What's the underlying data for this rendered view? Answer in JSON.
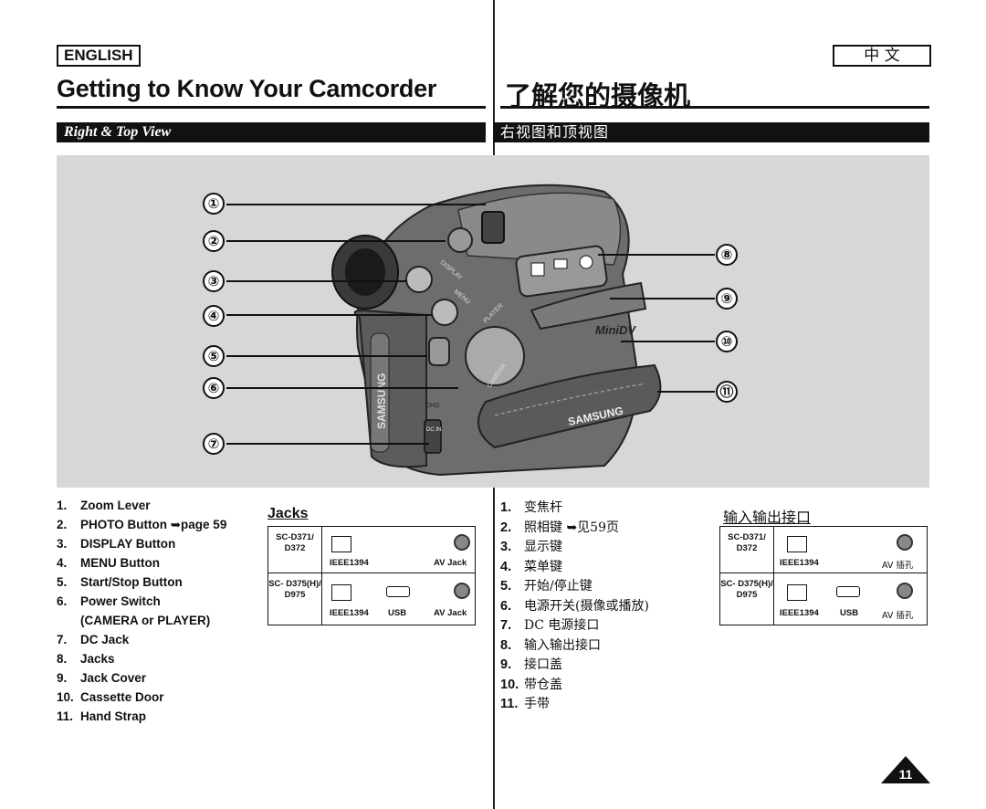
{
  "header": {
    "lang_en": "ENGLISH",
    "lang_zh": "中 文",
    "title_en": "Getting to Know Your Camcorder",
    "title_zh": "了解您的摄像机",
    "section_en": "Right & Top View",
    "section_zh": "右视图和顶视图"
  },
  "illustration": {
    "callouts": [
      "①",
      "②",
      "③",
      "④",
      "⑤",
      "⑥",
      "⑦",
      "⑧",
      "⑨",
      "⑩",
      "⑪"
    ],
    "brand_text": "SAMSUNG",
    "minidv_text": "MiniDV",
    "display_text": "DISPLAY",
    "menu_text": "MENU",
    "player_text": "PLAYER",
    "camera_text": "CAMERA",
    "chg_text": "CHG",
    "dcin_text": "DC IN"
  },
  "parts_en": [
    {
      "num": "1.",
      "label": "Zoom Lever"
    },
    {
      "num": "2.",
      "label": "PHOTO Button ➥page 59"
    },
    {
      "num": "3.",
      "label": "DISPLAY Button"
    },
    {
      "num": "4.",
      "label": "MENU Button"
    },
    {
      "num": "5.",
      "label": "Start/Stop Button"
    },
    {
      "num": "6.",
      "label": "Power Switch"
    },
    {
      "num": "",
      "label": "(CAMERA or PLAYER)"
    },
    {
      "num": "7.",
      "label": "DC Jack"
    },
    {
      "num": "8.",
      "label": "Jacks"
    },
    {
      "num": "9.",
      "label": "Jack Cover"
    },
    {
      "num": "10.",
      "label": "Cassette Door"
    },
    {
      "num": "11.",
      "label": "Hand Strap"
    }
  ],
  "parts_zh": [
    {
      "num": "1.",
      "label": "变焦杆"
    },
    {
      "num": "2.",
      "label": "照相键 ➥见59页"
    },
    {
      "num": "3.",
      "label": "显示键"
    },
    {
      "num": "4.",
      "label": "菜单键"
    },
    {
      "num": "5.",
      "label": "开始/停止键"
    },
    {
      "num": "6.",
      "label": "电源开关(摄像或播放)"
    },
    {
      "num": "7.",
      "label": "DC 电源接口"
    },
    {
      "num": "8.",
      "label": "输入输出接口"
    },
    {
      "num": "9.",
      "label": "接口盖"
    },
    {
      "num": "10.",
      "label": "带仓盖"
    },
    {
      "num": "11.",
      "label": "手带"
    }
  ],
  "jacks_en": {
    "title": "Jacks",
    "rows": [
      {
        "model": "SC-D371/ D372",
        "ieee": "IEEE1394",
        "usb": "",
        "av": "AV Jack"
      },
      {
        "model": "SC- D375(H)/ D975",
        "ieee": "IEEE1394",
        "usb": "USB",
        "av": "AV Jack"
      }
    ]
  },
  "jacks_zh": {
    "title": "输入输出接口",
    "rows": [
      {
        "model": "SC-D371/ D372",
        "ieee": "IEEE1394",
        "usb": "",
        "av": "AV 插孔"
      },
      {
        "model": "SC- D375(H)/ D975",
        "ieee": "IEEE1394",
        "usb": "USB",
        "av": "AV 插孔"
      }
    ]
  },
  "page_number": "11"
}
